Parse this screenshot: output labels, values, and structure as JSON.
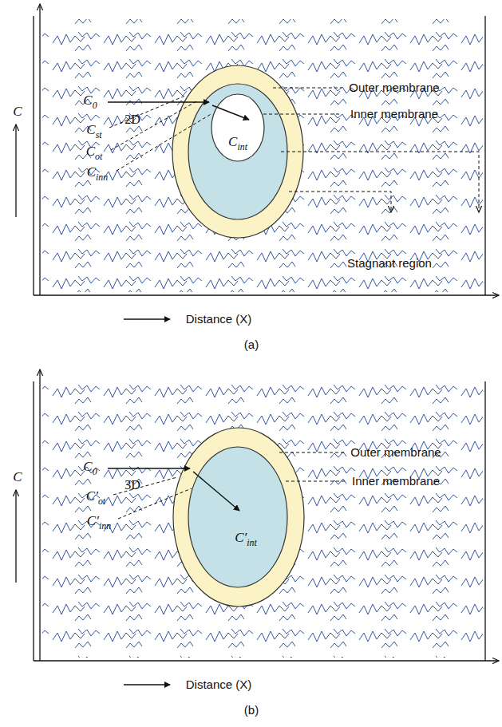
{
  "diagram": {
    "nodes": [
      {
        "text": [
          "Cint"
        ]
      },
      {
        "text": [
          "C′int"
        ]
      }
    ],
    "labels": [
      "C",
      "C0",
      "2D",
      "Cst",
      "Cot",
      "Cinn",
      "Outer membrane",
      "Inner membrane",
      "Stagnant region",
      "Distance (X)",
      "(a)",
      "C",
      "C0",
      "3D",
      "C′ot",
      "C′inn",
      "Outer membrane",
      "Inner membrane",
      "Distance (X)",
      "(b)"
    ]
  }
}
